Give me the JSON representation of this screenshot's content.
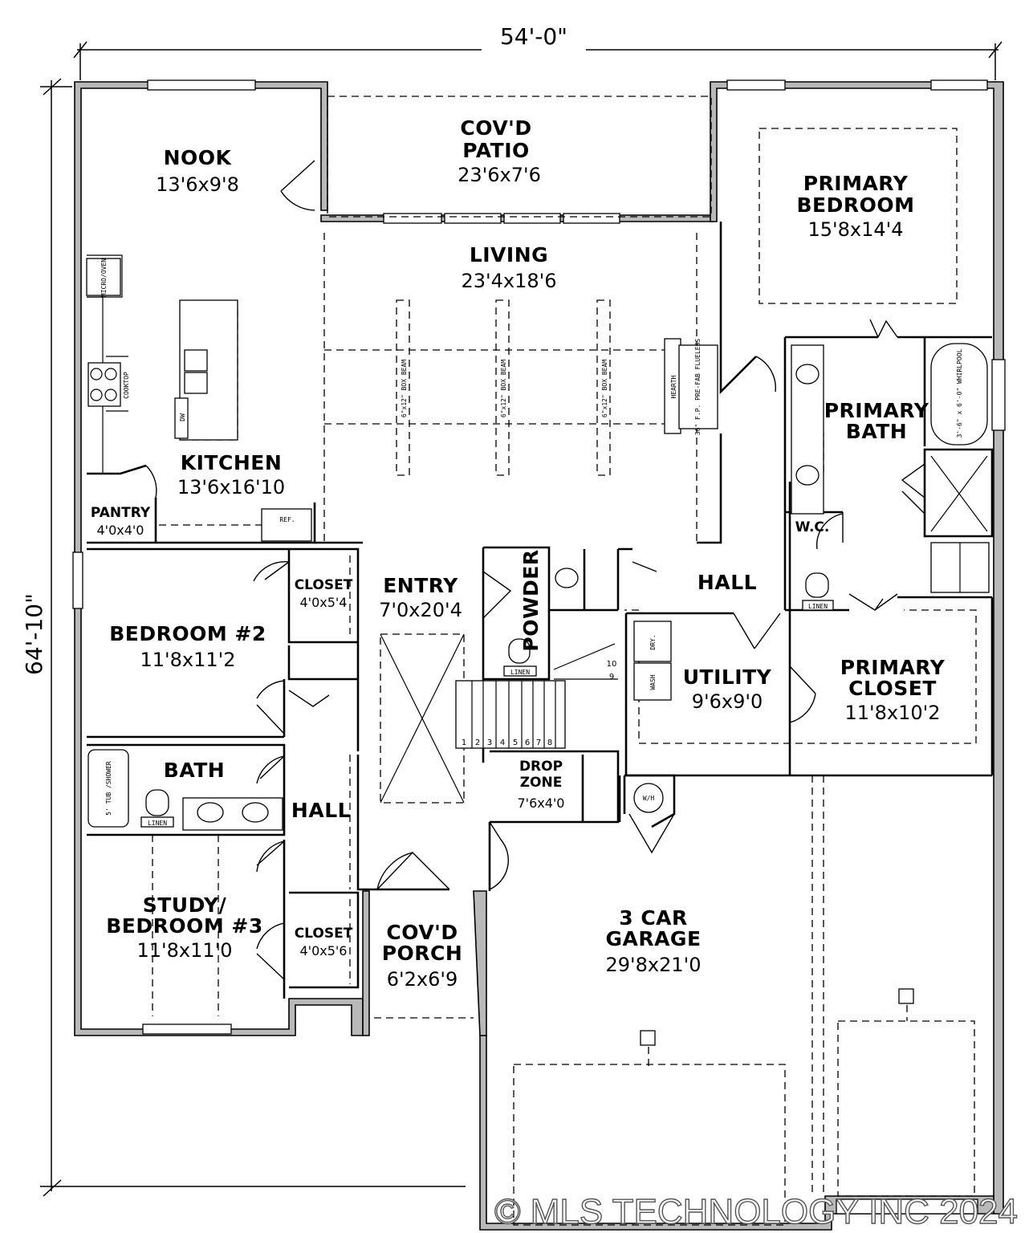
{
  "dimensions": {
    "width": "54'-0\"",
    "depth": "64'-10\""
  },
  "rooms": {
    "nook": {
      "name": "NOOK",
      "size": "13'6x9'8"
    },
    "patio": {
      "name_line1": "COV'D",
      "name_line2": "PATIO",
      "size": "23'6x7'6"
    },
    "primary_bedroom": {
      "name_line1": "PRIMARY",
      "name_line2": "BEDROOM",
      "size": "15'8x14'4"
    },
    "living": {
      "name": "LIVING",
      "size": "23'4x18'6"
    },
    "kitchen": {
      "name": "KITCHEN",
      "size": "13'6x16'10"
    },
    "pantry": {
      "name": "PANTRY",
      "size": "4'0x4'0"
    },
    "primary_bath": {
      "name_line1": "PRIMARY",
      "name_line2": "BATH"
    },
    "wc": {
      "name": "W.C."
    },
    "hall_right": {
      "name": "HALL"
    },
    "closet_1": {
      "name": "CLOSET",
      "size": "4'0x5'4"
    },
    "entry": {
      "name": "ENTRY",
      "size": "7'0x20'4"
    },
    "powder": {
      "name": "POWDER"
    },
    "bedroom_2": {
      "name": "BEDROOM #2",
      "size": "11'8x11'2"
    },
    "utility": {
      "name": "UTILITY",
      "size": "9'6x9'0"
    },
    "primary_closet": {
      "name_line1": "PRIMARY",
      "name_line2": "CLOSET",
      "size": "11'8x10'2"
    },
    "bath": {
      "name": "BATH"
    },
    "hall_left": {
      "name": "HALL"
    },
    "drop_zone": {
      "name_line1": "DROP",
      "name_line2": "ZONE",
      "size": "7'6x4'0"
    },
    "study": {
      "name_line1": "STUDY/",
      "name_line2": "BEDROOM #3",
      "size": "11'8x11'0"
    },
    "closet_2": {
      "name": "CLOSET",
      "size": "4'0x5'6"
    },
    "porch": {
      "name_line1": "COV'D",
      "name_line2": "PORCH",
      "size": "6'2x6'9"
    },
    "garage": {
      "name_line1": "3 CAR",
      "name_line2": "GARAGE",
      "size": "29'8x21'0"
    }
  },
  "fixtures": {
    "micro_oven": "MICRO/OVEN",
    "cooktop": "COOKTOP",
    "dw": "DW",
    "ref": "REF.",
    "hearth": "HEARTH",
    "fireplace": "36\" F.P. PRE-FAB FLUELESS",
    "box_beam": "6\"x12\" BOX BEAM",
    "whirlpool": "3'-6\" x 6'-0\" WHIRLPOOL",
    "tub_shower": "5' TUB /SHOWER",
    "linen": "LINEN",
    "dry": "DRY.",
    "wash": "WASH",
    "wh": "W/H"
  },
  "stair_steps": [
    "1",
    "2",
    "3",
    "4",
    "5",
    "6",
    "7",
    "8",
    "9",
    "10"
  ],
  "watermark": "© MLS TECHNOLOGY INC 2024"
}
